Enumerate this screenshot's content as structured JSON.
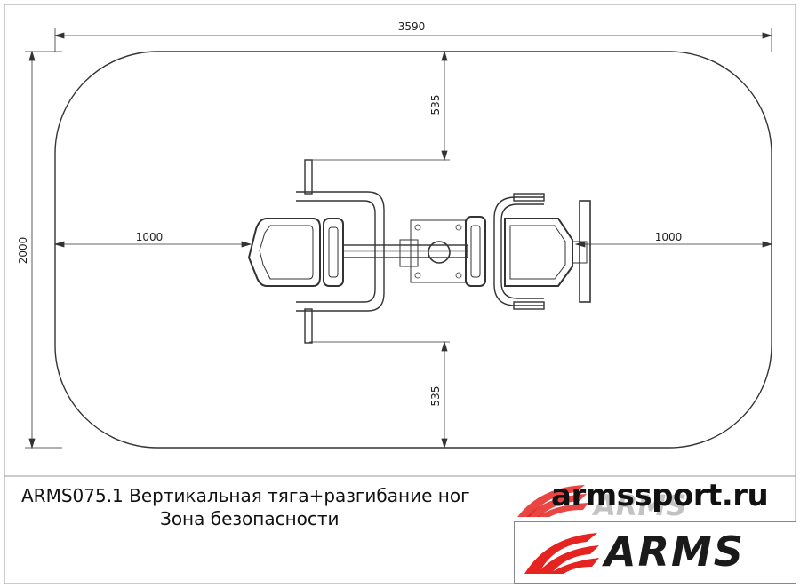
{
  "drawing": {
    "dims": {
      "overall_width": "3590",
      "overall_depth": "2000",
      "top_clearance": "535",
      "bottom_clearance": "535",
      "left_clearance": "1000",
      "right_clearance": "1000"
    }
  },
  "title_block": {
    "line1": "ARMS075.1 Вертикальная тяга+разгибание ног",
    "line2": "Зона безопасности",
    "website": "armssport.ru",
    "brand": "ARMS"
  },
  "colors": {
    "line": "#333333",
    "brand_red": "#e52421",
    "brand_gray": "#9a9a9a"
  }
}
